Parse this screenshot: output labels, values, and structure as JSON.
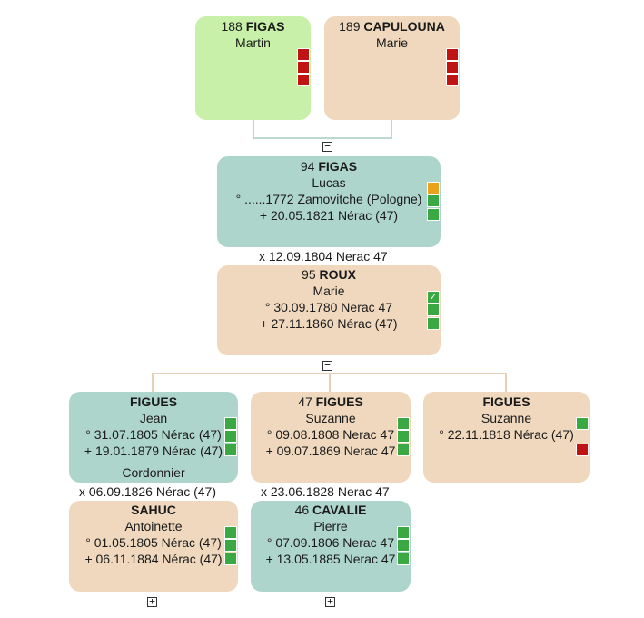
{
  "ancestors": {
    "p188": {
      "num": "188",
      "surname": "FIGAS",
      "given": "Martin"
    },
    "p189": {
      "num": "189",
      "surname": "CAPULOUNA",
      "given": "Marie"
    }
  },
  "p94": {
    "num": "94",
    "surname": "FIGAS",
    "given": "Lucas",
    "birth": "° ......1772 Zamovitche (Pologne)",
    "death": "+ 20.05.1821 Nérac (47)"
  },
  "marriage_94_95": "x 12.09.1804 Nerac 47",
  "p95": {
    "num": "95",
    "surname": "ROUX",
    "given": "Marie",
    "birth": "° 30.09.1780 Nerac 47",
    "death": "+ 27.11.1860 Nérac (47)"
  },
  "children": [
    {
      "num": "",
      "surname": "FIGUES",
      "given": "Jean",
      "birth": "° 31.07.1805 Nérac (47)",
      "death": "+ 19.01.1879 Nérac (47)",
      "occupation": "Cordonnier",
      "marriage": "x 06.09.1826 Nérac (47)",
      "spouse": {
        "num": "",
        "surname": "SAHUC",
        "given": "Antoinette",
        "birth": "° 01.05.1805 Nérac (47)",
        "death": "+ 06.11.1884 Nérac (47)"
      }
    },
    {
      "num": "47",
      "surname": "FIGUES",
      "given": "Suzanne",
      "birth": "° 09.08.1808 Nerac 47",
      "death": "+ 09.07.1869 Nerac 47",
      "marriage": "x 23.06.1828 Nerac 47",
      "spouse": {
        "num": "46",
        "surname": "CAVALIE",
        "given": "Pierre",
        "birth": "° 07.09.1806 Nerac 47",
        "death": "+ 13.05.1885 Nerac 47"
      }
    },
    {
      "num": "",
      "surname": "FIGUES",
      "given": "Suzanne",
      "birth": "° 22.11.1818 Nérac (47)"
    }
  ],
  "toggles": {
    "collapse": "−",
    "expand": "+"
  },
  "check_mark": "✓",
  "colors": {
    "male": "#aed5cb",
    "female": "#efd8bd",
    "selected": "#c8f0a8",
    "status_ok": "#3aa843",
    "status_missing": "#c01414",
    "status_partial": "#e8a21c"
  }
}
